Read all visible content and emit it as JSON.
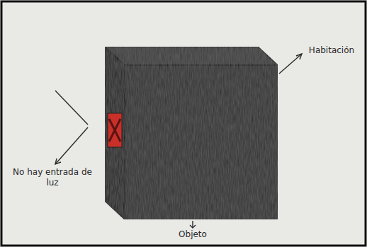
{
  "diagram": {
    "labels": [
      "Habitación",
      "No hay entrada de luz",
      "Objeto"
    ]
  }
}
